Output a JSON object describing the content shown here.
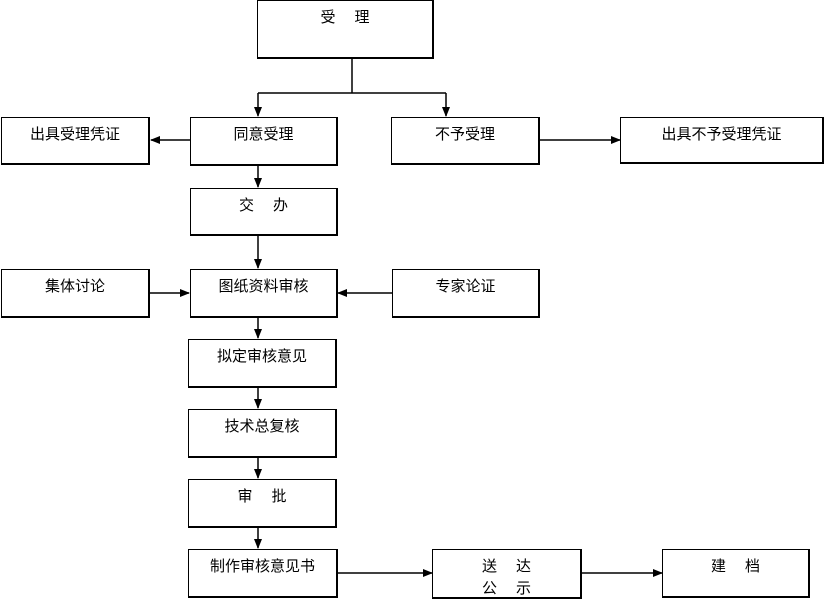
{
  "nodes": {
    "accept": "受    理",
    "agree": "同意受理",
    "reject": "不予受理",
    "issue_accept_cert": "出具受理凭证",
    "issue_reject_cert": "出具不予受理凭证",
    "assign": "交    办",
    "group_discussion": "集体讨论",
    "drawing_review": "图纸资料审核",
    "expert_demo": "专家论证",
    "draft_opinion": "拟定审核意见",
    "tech_recheck": "技术总复核",
    "approve": "审    批",
    "make_opinion_doc": "制作审核意见书",
    "deliver": "送    达",
    "deliver_sub": "公    示",
    "archive": "建    档"
  }
}
